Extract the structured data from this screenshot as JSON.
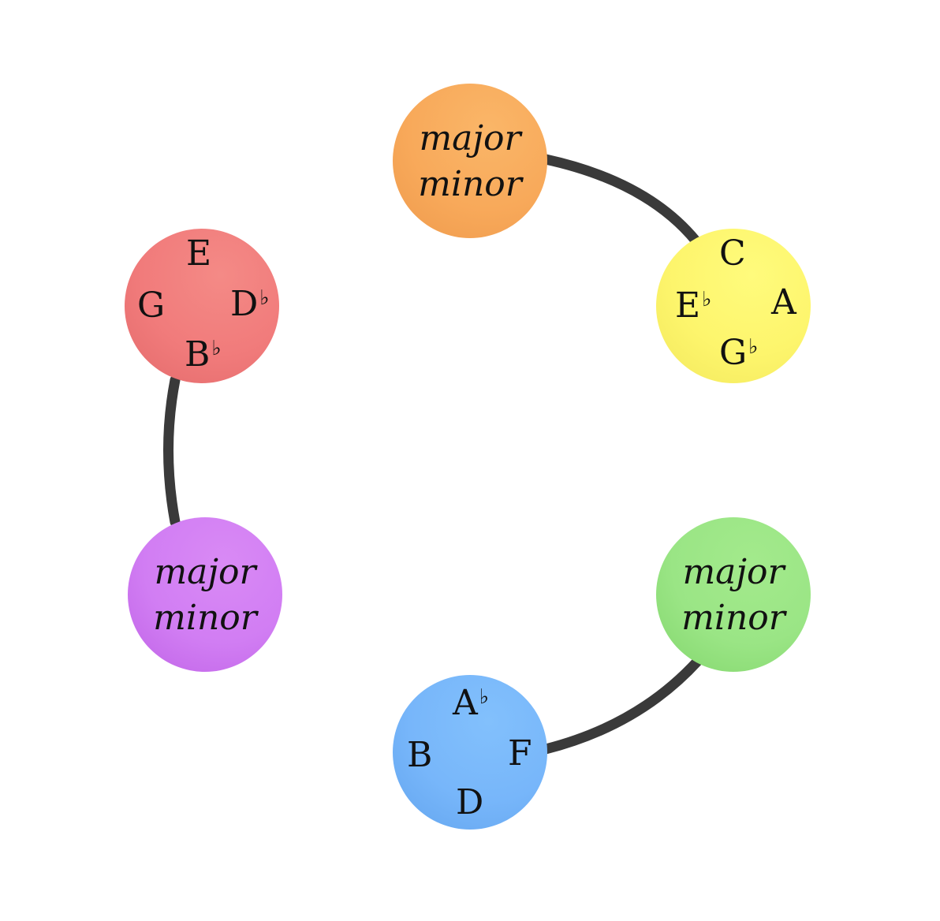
{
  "nodes": {
    "orange": {
      "color": "#f8a95a",
      "line1": "major",
      "line2": "minor"
    },
    "yellow": {
      "color": "#fdf56c",
      "top": "C",
      "left": "E",
      "left_acc": "♭",
      "right": "A",
      "bottom": "G",
      "bottom_acc": "♭"
    },
    "green": {
      "color": "#9ae585",
      "line1": "major",
      "line2": "minor"
    },
    "blue": {
      "color": "#77b6fa",
      "top": "A",
      "top_acc": "♭",
      "left": "B",
      "right": "F",
      "bottom": "D"
    },
    "purple": {
      "color": "#d17df3",
      "line1": "major",
      "line2": "minor"
    },
    "red": {
      "color": "#f17b7b",
      "top": "E",
      "left": "G",
      "right": "D",
      "right_acc": "♭",
      "bottom": "B",
      "bottom_acc": "♭"
    }
  },
  "edge_color": "#3a3a3a"
}
